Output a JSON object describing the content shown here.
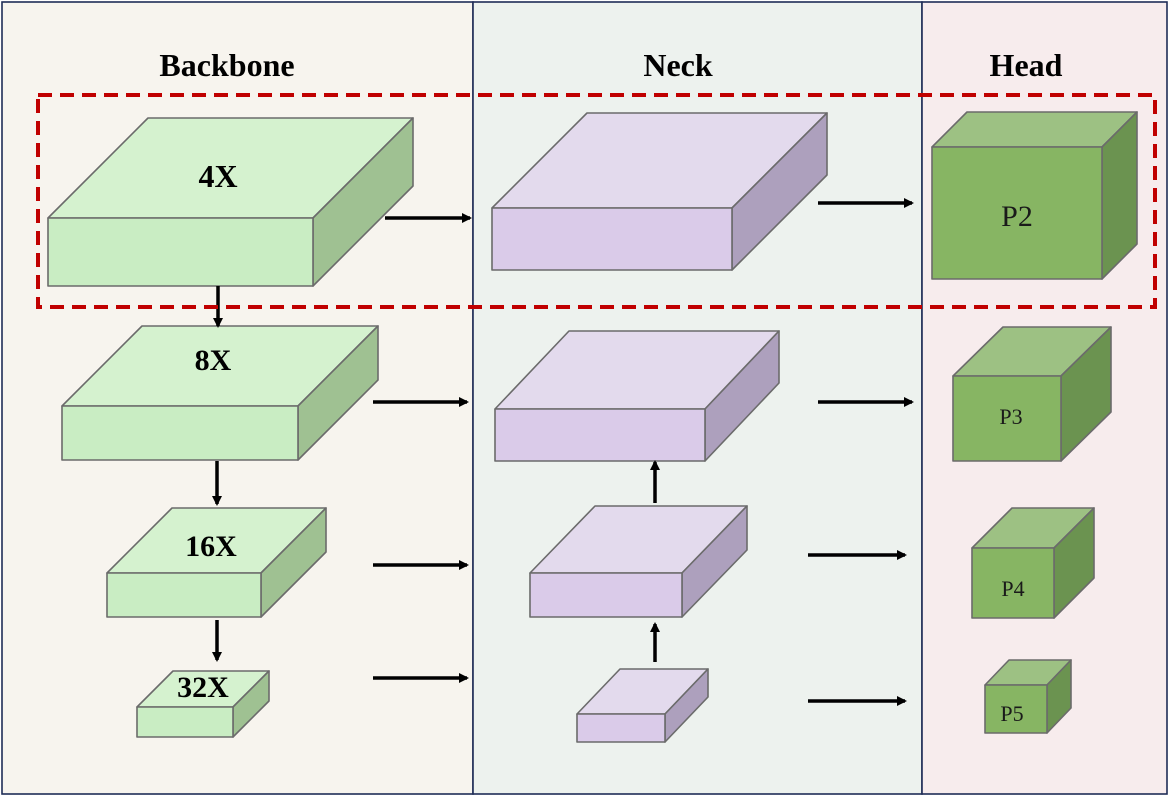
{
  "sections": {
    "backbone": {
      "title": "Backbone",
      "fill": "#f7f4ee"
    },
    "neck": {
      "title": "Neck",
      "fill": "#edf2ee"
    },
    "head": {
      "title": "Head",
      "fill": "#f7eced"
    },
    "border_color": "#1f2d57"
  },
  "backbone_blocks": [
    {
      "label": "4X"
    },
    {
      "label": "8X"
    },
    {
      "label": "16X"
    },
    {
      "label": "32X"
    }
  ],
  "head_blocks": [
    {
      "label": "P2"
    },
    {
      "label": "P3"
    },
    {
      "label": "P4"
    },
    {
      "label": "P5"
    }
  ],
  "colors": {
    "backbone_top": "#d5f2cf",
    "backbone_front": "#c9edc3",
    "backbone_side": "#9fc192",
    "neck_top": "#e3daed",
    "neck_front": "#dacbe9",
    "neck_side": "#ada0bd",
    "head_top": "#9dc183",
    "head_front": "#87b563",
    "head_side": "#6b9350",
    "box_stroke": "#6b6b6b",
    "highlight": "#c00000",
    "arrow": "#000000"
  }
}
